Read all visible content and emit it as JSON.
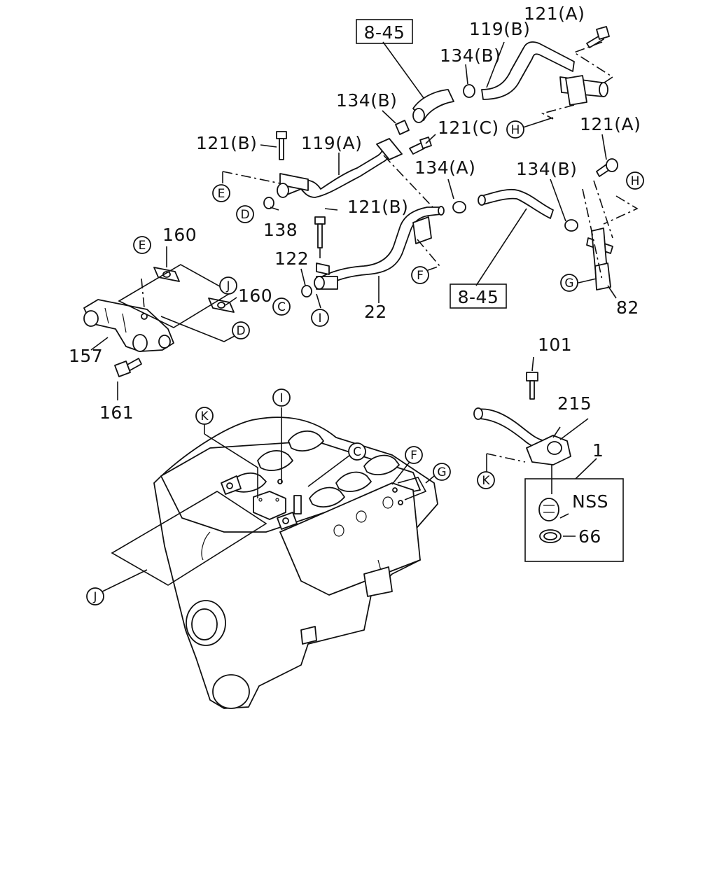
{
  "part_labels": [
    "8-45",
    "121(A)",
    "119(B)",
    "134(B)",
    "134(B)",
    "121(C)",
    "121(B)",
    "119(A)",
    "121(A)",
    "134(A)",
    "134(B)",
    "160",
    "121(B)",
    "138",
    "122",
    "160",
    "22",
    "8-45",
    "82",
    "157",
    "161",
    "101",
    "215",
    "1",
    "NSS",
    "66"
  ],
  "boxed_labels": [
    "8-45",
    "8-45"
  ],
  "callout_letters": [
    "H",
    "E",
    "D",
    "E",
    "J",
    "C",
    "I",
    "F",
    "G",
    "H",
    "D",
    "I",
    "K",
    "C",
    "F",
    "G",
    "J",
    "K"
  ]
}
